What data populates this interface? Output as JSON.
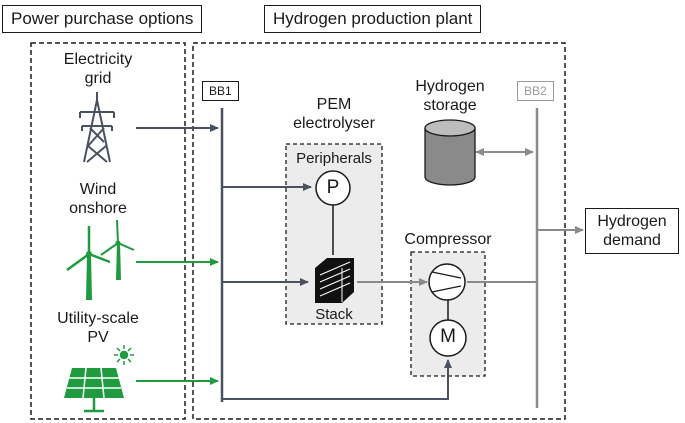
{
  "sections": {
    "power": "Power purchase options",
    "plant": "Hydrogen production plant"
  },
  "sources": {
    "grid_l1": "Electricity",
    "grid_l2": "grid",
    "wind_l1": "Wind",
    "wind_l2": "onshore",
    "pv_l1": "Utility-scale",
    "pv_l2": "PV"
  },
  "busbars": {
    "bb1": "BB1",
    "bb2": "BB2"
  },
  "components": {
    "pem_l1": "PEM",
    "pem_l2": "electrolyser",
    "peripherals": "Peripherals",
    "p_symbol": "P",
    "stack": "Stack",
    "storage_l1": "Hydrogen",
    "storage_l2": "storage",
    "compressor": "Compressor",
    "m_symbol": "M"
  },
  "demand": {
    "l1": "Hydrogen",
    "l2": "demand"
  },
  "colors": {
    "dark_line": "#4a5160",
    "green_line": "#1f9a3e",
    "grey_line": "#8a8a8a",
    "box_fill": "#ececec",
    "bb2_text": "#9a9a9a"
  }
}
